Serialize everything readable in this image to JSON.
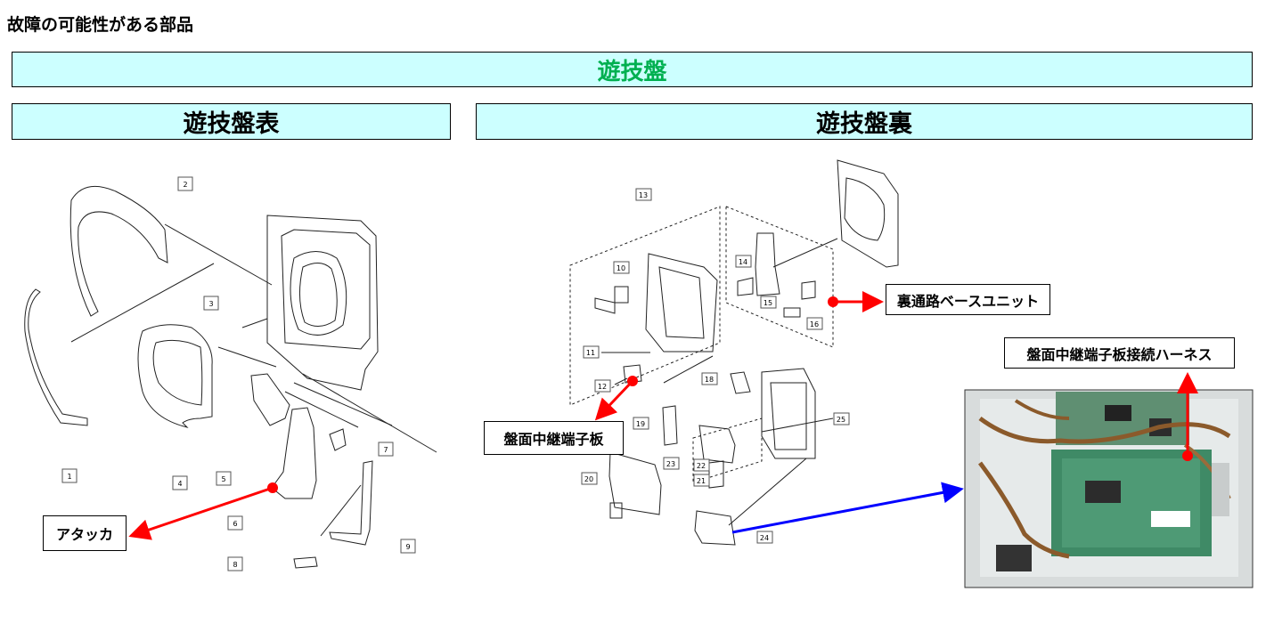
{
  "page_title": "故障の可能性がある部品",
  "main_banner": "遊技盤",
  "front_banner": "遊技盤表",
  "back_banner": "遊技盤裏",
  "callouts": {
    "attacker": "アタッカ",
    "panel_relay_board": "盤面中継端子板",
    "back_passage_base_unit": "裏通路ベースユニット",
    "relay_harness": "盤面中継端子板接続ハーネス"
  },
  "front_part_numbers": [
    "1",
    "2",
    "3",
    "4",
    "5",
    "6",
    "7",
    "8",
    "9"
  ],
  "back_part_numbers": [
    "10",
    "11",
    "12",
    "13",
    "14",
    "15",
    "16",
    "18",
    "19",
    "20",
    "21",
    "22",
    "23",
    "24",
    "25"
  ],
  "colors": {
    "banner_bg": "#ccffff",
    "main_title": "#00b050",
    "pointer_red": "#ff0000",
    "pointer_blue": "#0000ff"
  }
}
